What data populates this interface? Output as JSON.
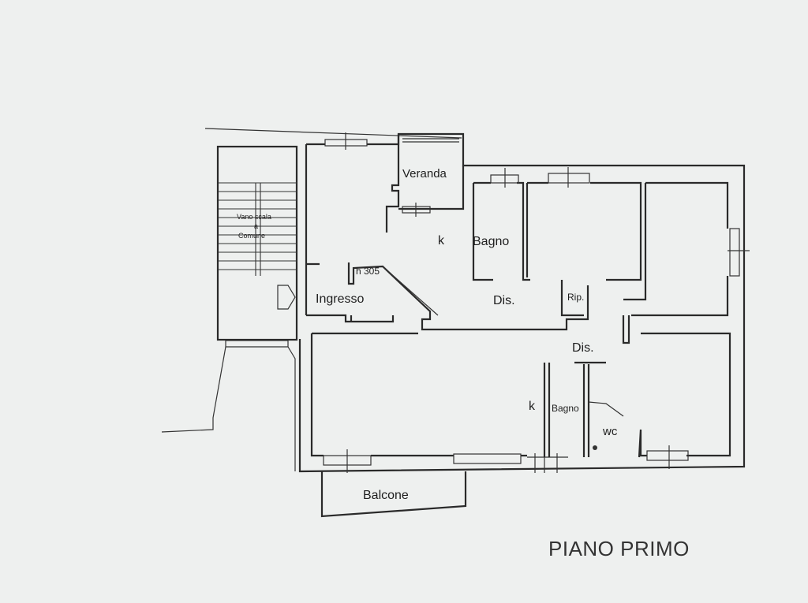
{
  "plan": {
    "title": "PIANO PRIMO",
    "rooms": {
      "vano_scale_line1": "Vano scala",
      "vano_scale_line2": "a",
      "vano_scale_line3": "Comune",
      "veranda": "Veranda",
      "kitchen_top": "k",
      "bagno_top": "Bagno",
      "ingresso": "Ingresso",
      "height_note": "h 305",
      "dis_top": "Dis.",
      "rip": "Rip.",
      "dis_bottom": "Dis.",
      "kitchen_bottom": "k",
      "bagno_bottom": "Bagno",
      "wc": "wc",
      "balcone": "Balcone"
    }
  }
}
